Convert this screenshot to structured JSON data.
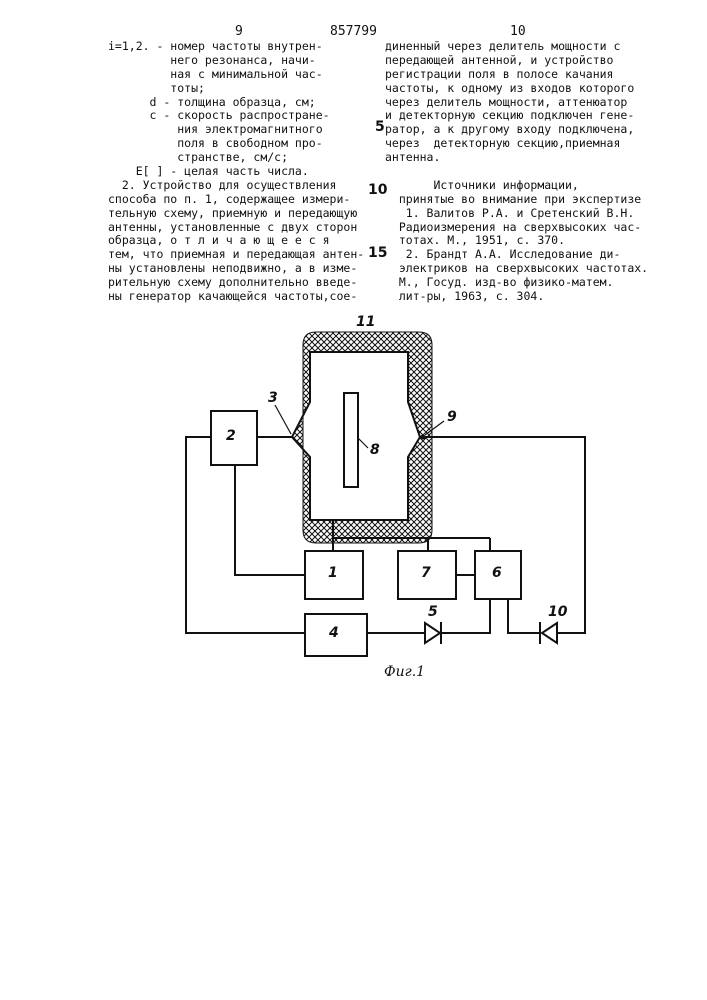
{
  "header": {
    "page_left": "9",
    "patent_number": "857799",
    "page_right": "10"
  },
  "left_column": [
    "i=1,2. - номер частоты внутрен-",
    "         него резонанса, начи-",
    "         ная с минимальной час-",
    "         тоты;",
    "      d - толщина образца, см;",
    "      c - скорость распростране-",
    "          ния электромагнитного",
    "          поля в свободном про-",
    "          странстве, см/с;",
    "    E[ ] - целая часть числа.",
    "  2. Устройство для осуществления",
    "способа по п. 1, содержащее измери-",
    "тельную схему, приемную и передающую",
    "антенны, установленные с двух сторон",
    "образца, о т л и ч а ю щ е е с я",
    "тем, что приемная и передающая антен-",
    "ны установлены неподвижно, а в изме-",
    "рительную схему дополнительно введе-",
    "ны генератор качающейся частоты,сое-"
  ],
  "right_column": [
    "диненный через делитель мощности с",
    "передающей антенной, и устройство",
    "регистрации поля в полосе качания",
    "частоты, к одному из входов которого",
    "через делитель мощности, аттенюатор",
    "и детекторную секцию подключен гене-",
    "ратор, а к другому входу подключена,",
    "через  детекторную секцию,приемная",
    "антенна.",
    "",
    "       Источники информации,",
    "  принятые во внимание при экспертизе",
    "   1. Валитов Р.А. и Сретенский В.Н.",
    "  Радиоизмерения на сверхвысоких час-",
    "  тотах. М., 1951, с. 370.",
    "   2. Брандт А.А. Исследование ди-",
    "  электриков на сверхвысоких частотах.",
    "  М., Госуд. изд-во физико-матем.",
    "  лит-ры, 1963, с. 304."
  ],
  "line_numbers": [
    "5",
    "10",
    "15"
  ],
  "figure": {
    "labels": {
      "block_1": "1",
      "block_2": "2",
      "antenna_3": "3",
      "block_4": "4",
      "diode_5": "5",
      "block_6": "6",
      "block_7": "7",
      "sample_8": "8",
      "antenna_9": "9",
      "diode_10": "10",
      "shield_11": "11"
    },
    "caption": "Фиг.1"
  }
}
